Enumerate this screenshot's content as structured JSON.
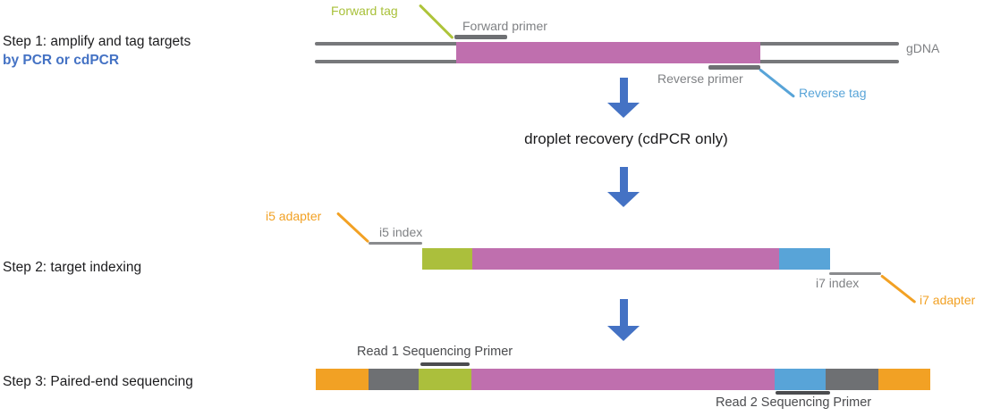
{
  "palette": {
    "target_pink": "#bf6fae",
    "index_green": "#abbf3c",
    "tag_lime": "#a9c13a",
    "adapter_orange": "#f2a124",
    "index_blue": "#58a4d8",
    "primer_dark_gray": "#6e7073",
    "gdna_strand_gray": "#77787b",
    "arrow_blue": "#4472c4",
    "label_gray": "#7f8184"
  },
  "step1": {
    "title_line1": "Step 1: amplify and tag targets",
    "title_line2": "by PCR or cdPCR",
    "forward_tag": "Forward tag",
    "forward_primer": "Forward primer",
    "gdna": "gDNA",
    "reverse_primer": "Reverse primer",
    "reverse_tag": "Reverse tag"
  },
  "flow": {
    "droplet_recovery": "droplet recovery (cdPCR only)"
  },
  "step2": {
    "title": "Step 2: target indexing",
    "i5_adapter": "i5 adapter",
    "i5_index": "i5 index",
    "i7_index": "i7 index",
    "i7_adapter": "i7 adapter"
  },
  "step3": {
    "title": "Step 3: Paired-end sequencing",
    "read1_primer": "Read 1 Sequencing Primer",
    "read2_primer": "Read 2 Sequencing Primer"
  }
}
